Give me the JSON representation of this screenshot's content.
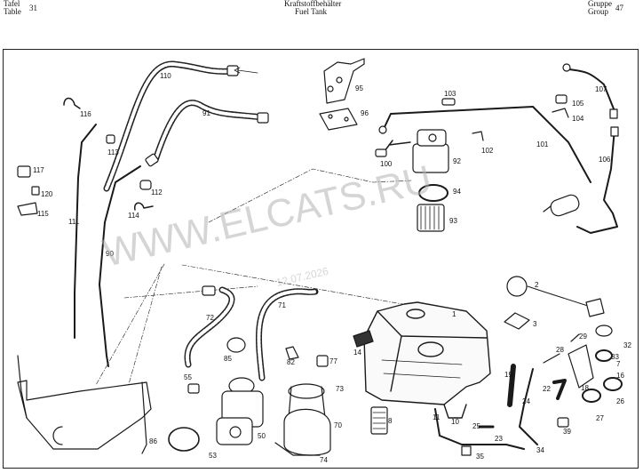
{
  "header": {
    "tafel": "Tafel",
    "table": "Table",
    "table_number": "31",
    "title_de": "Kraftstoffbehälter",
    "title_en": "Fuel Tank",
    "gruppe": "Gruppe",
    "group": "Group",
    "group_number": "47"
  },
  "watermark": {
    "site": "WWW.ELCATS.RU",
    "date": "12.07.2026"
  },
  "parts": {
    "p1": "1",
    "p2": "2",
    "p3": "3",
    "p7": "7",
    "p8": "8",
    "p10": "10",
    "p11": "11",
    "p14": "14",
    "p16": "16",
    "p18": "18",
    "p19": "19",
    "p22": "22",
    "p23": "23",
    "p24": "24",
    "p25": "25",
    "p26": "26",
    "p27": "27",
    "p28": "28",
    "p29": "29",
    "p32": "32",
    "p33": "33",
    "p34": "34",
    "p35": "35",
    "p39": "39",
    "p50": "50",
    "p53": "53",
    "p55": "55",
    "p70": "70",
    "p71": "71",
    "p72": "72",
    "p73": "73",
    "p74": "74",
    "p77": "77",
    "p82": "82",
    "p85": "85",
    "p86": "86",
    "p90": "90",
    "p91": "91",
    "p92": "92",
    "p93": "93",
    "p94": "94",
    "p95": "95",
    "p96": "96",
    "p100": "100",
    "p101": "101",
    "p102": "102",
    "p103": "103",
    "p104": "104",
    "p105": "105",
    "p106": "106",
    "p107": "107",
    "p110": "110",
    "p111": "111",
    "p112": "112",
    "p113": "113",
    "p114": "114",
    "p115": "115",
    "p116": "116",
    "p117": "117",
    "p120": "120"
  }
}
